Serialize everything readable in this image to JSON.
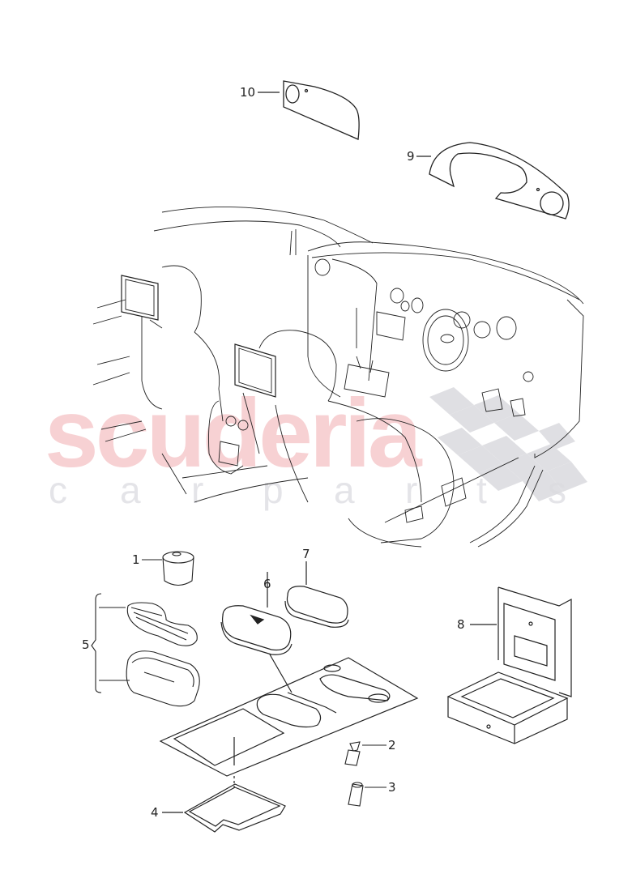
{
  "diagram": {
    "title": "Vehicle interior accessories exploded parts view",
    "watermark": {
      "brand": "scuderia",
      "sub": [
        "c",
        "a",
        "r",
        "p",
        "a",
        "r",
        "t",
        "s"
      ],
      "brand_color": "#f6c9cc",
      "sub_color": "#e4e4e8",
      "checker_color": "#d9d9dd"
    },
    "callouts": [
      {
        "id": "1",
        "label": "1",
        "part": "cup-insert"
      },
      {
        "id": "2",
        "label": "2",
        "part": "usb-socket"
      },
      {
        "id": "3",
        "label": "3",
        "part": "socket-plug"
      },
      {
        "id": "4",
        "label": "4",
        "part": "storage-mat"
      },
      {
        "id": "5",
        "label": "5",
        "part": "cup-holder-assembly"
      },
      {
        "id": "6",
        "label": "6",
        "part": "cover-with-emblem"
      },
      {
        "id": "7",
        "label": "7",
        "part": "cover-cap"
      },
      {
        "id": "8",
        "label": "8",
        "part": "storage-box"
      },
      {
        "id": "9",
        "label": "9",
        "part": "dashboard-trim-panel"
      },
      {
        "id": "10",
        "label": "10",
        "part": "side-trim-panel"
      }
    ]
  }
}
